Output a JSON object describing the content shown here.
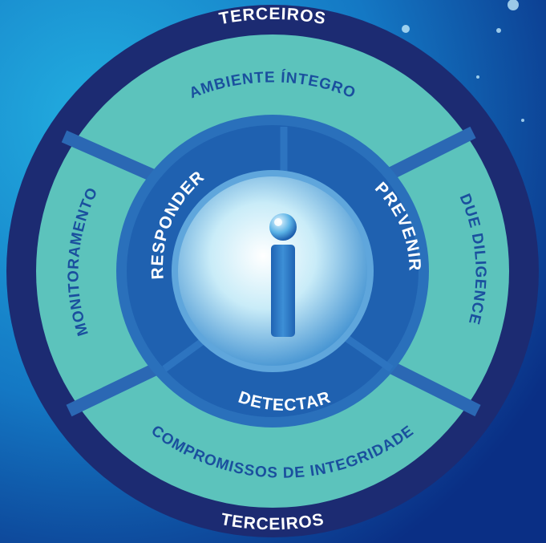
{
  "diagram": {
    "outer_ring": {
      "top_label": "TERCEIROS",
      "bottom_label": "TERCEIROS"
    },
    "middle_ring": {
      "segments": [
        {
          "id": "ambiente",
          "label": "AMBIENTE ÍNTEGRO"
        },
        {
          "id": "due",
          "label": "DUE DILIGENCE"
        },
        {
          "id": "compromissos",
          "label": "COMPROMISSOS DE INTEGRIDADE"
        },
        {
          "id": "monitoramento",
          "label": "MONITORAMENTO"
        }
      ]
    },
    "inner_ring": {
      "segments": [
        {
          "id": "prevenir",
          "label": "PREVENIR"
        },
        {
          "id": "detectar",
          "label": "DETECTAR"
        },
        {
          "id": "responder",
          "label": "RESPONDER"
        }
      ]
    },
    "center": {
      "icon": "info-icon"
    }
  },
  "colors": {
    "background_light": "#1fa6d8",
    "background_dark": "#0b2f86",
    "outer_ring": "#1c2b72",
    "middle_ring": "#5cc3bc",
    "middle_text": "#1a4f9e",
    "inner_ring": "#1f61b0",
    "inner_text": "#ffffff",
    "separator": "#2b6fb9",
    "center_light": "#ffffff",
    "center_dark": "#3f8fcf",
    "icon": "#2b73c4"
  }
}
